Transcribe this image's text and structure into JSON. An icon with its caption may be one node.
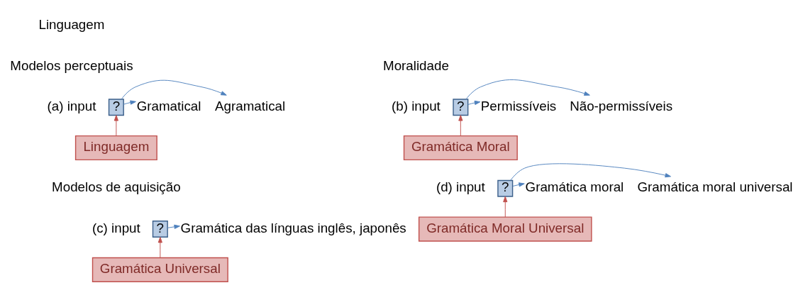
{
  "diagram": {
    "nodes": [
      {
        "text": [
          "?"
        ],
        "beside": [
          "(a) input"
        ]
      },
      {
        "text": [
          "Gramatical"
        ]
      },
      {
        "text": [
          "Agramatical"
        ]
      },
      {
        "text": [
          "Linguagem"
        ]
      },
      {
        "text": [
          "?"
        ],
        "beside": [
          "(b) input"
        ]
      },
      {
        "text": [
          "Permissíveis"
        ]
      },
      {
        "text": [
          "Não-permissíveis"
        ]
      },
      {
        "text": [
          "Gramática Moral"
        ]
      },
      {
        "text": [
          "?"
        ],
        "beside": [
          "(c) input"
        ]
      },
      {
        "text": [
          "Gramática das línguas inglês, japonês"
        ]
      },
      {
        "text": [
          "Gramática Universal"
        ]
      },
      {
        "text": [
          "?"
        ],
        "beside": [
          "(d) input"
        ]
      },
      {
        "text": [
          "Gramática moral"
        ]
      },
      {
        "text": [
          "Gramática moral universal"
        ]
      },
      {
        "text": [
          "Gramática Moral Universal"
        ]
      }
    ],
    "edges": [
      {
        "from": 0,
        "to": 1,
        "arrow": "to"
      },
      {
        "from": 0,
        "to": 2,
        "arrow": "to"
      },
      {
        "from": 3,
        "to": 0,
        "arrow": "to",
        "color": "#c0504d"
      },
      {
        "from": 4,
        "to": 5,
        "arrow": "to"
      },
      {
        "from": 4,
        "to": 6,
        "arrow": "to"
      },
      {
        "from": 7,
        "to": 4,
        "arrow": "to",
        "color": "#c0504d"
      },
      {
        "from": 8,
        "to": 9,
        "arrow": "to"
      },
      {
        "from": 10,
        "to": 8,
        "arrow": "to",
        "color": "#c0504d"
      },
      {
        "from": 11,
        "to": 12,
        "arrow": "to"
      },
      {
        "from": 11,
        "to": 13,
        "arrow": "to"
      },
      {
        "from": 14,
        "to": 11,
        "arrow": "to",
        "color": "#c0504d"
      }
    ],
    "labels": [
      "Linguagem",
      "Modelos perceptuais",
      "Moralidade",
      "Modelos de aquisição"
    ]
  }
}
